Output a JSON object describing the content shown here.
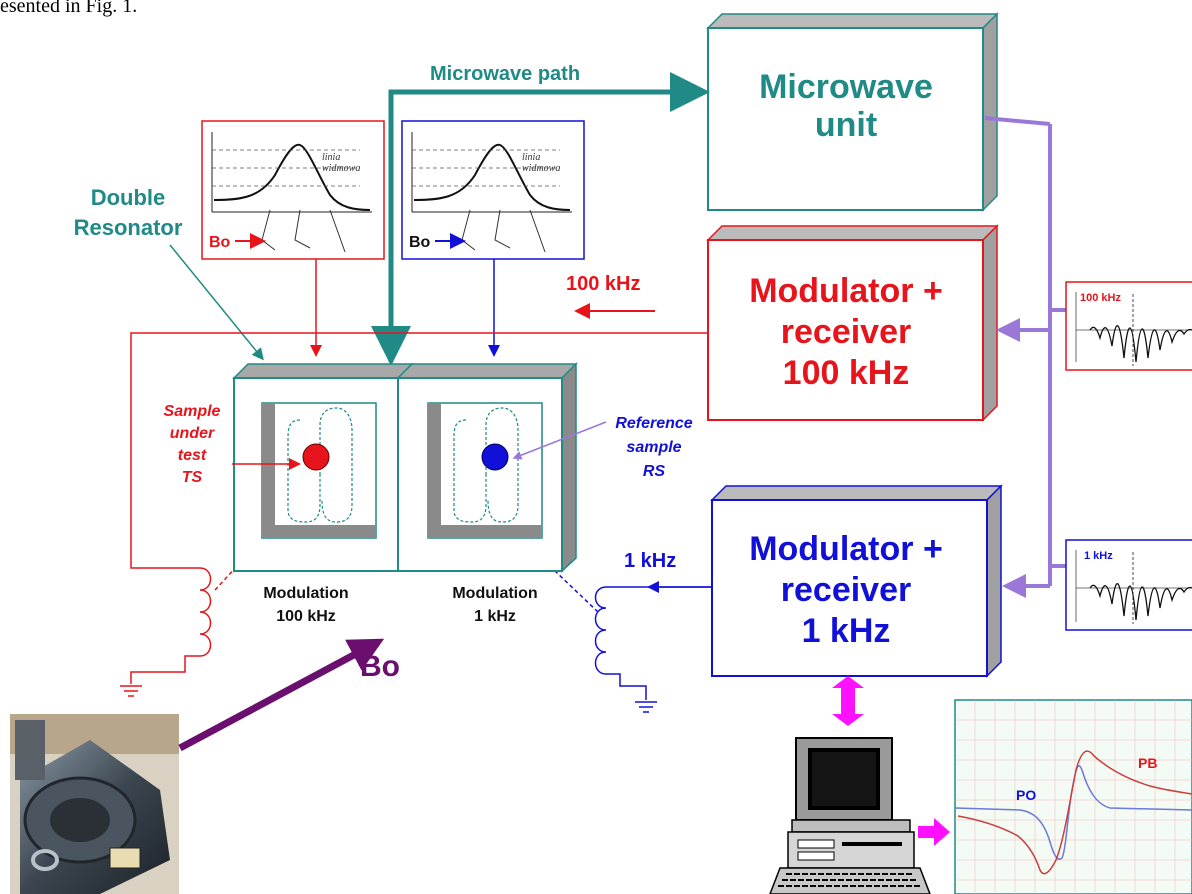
{
  "header_fragment": "esented in Fig. 1.",
  "colors": {
    "teal": "#1f8a86",
    "red": "#e8141b",
    "blue": "#1010d8",
    "violet": "#9a78d8",
    "magenta": "#ff10ff",
    "purple": "#6a0f6e",
    "grey": "#a0a0a0"
  },
  "labels": {
    "microwave_path": "Microwave path",
    "microwave_unit_line1": "Microwave",
    "microwave_unit_line2": "unit",
    "double_resonator_line1": "Double",
    "double_resonator_line2": "Resonator",
    "bo_red": "Bo",
    "bo_blue": "Bo",
    "bo_main": "Bo",
    "freq_100k": "100 kHz",
    "freq_1k": "1 kHz",
    "mod_100_line1": "Modulator +",
    "mod_100_line2": "receiver",
    "mod_100_line3": "100 kHz",
    "mod_1_line1": "Modulator +",
    "mod_1_line2": "receiver",
    "mod_1_line3": "1 kHz",
    "sample_line1": "Sample",
    "sample_line2": "under",
    "sample_line3": "test",
    "sample_line4": "TS",
    "ref_line1": "Reference",
    "ref_line2": "sample",
    "ref_line3": "RS",
    "modulation_100_line1": "Modulation",
    "modulation_100_line2": "100 kHz",
    "modulation_1_line1": "Modulation",
    "modulation_1_line2": "1 kHz",
    "spectrum_text_line1": "linia",
    "spectrum_text_line2": "widmowa",
    "osc_top_label": "100 kHz",
    "osc_bottom_label": "1 kHz",
    "curve_po": "PO",
    "curve_pb": "PB"
  }
}
